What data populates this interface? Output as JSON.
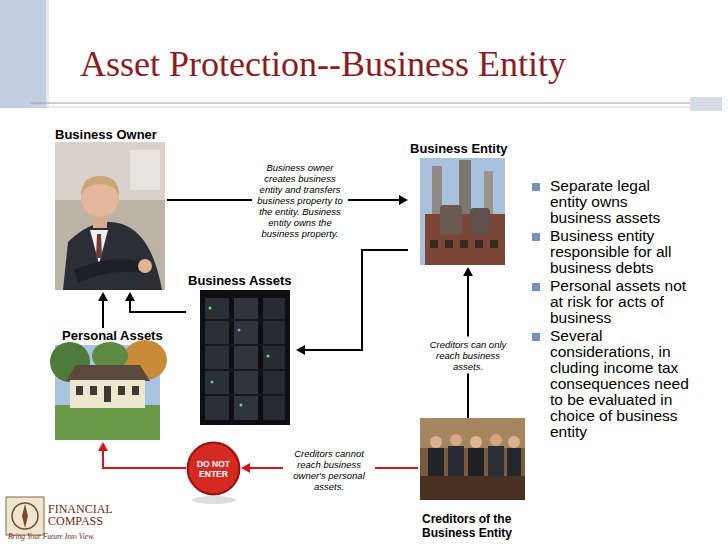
{
  "diagram": {
    "title": "Asset Protection--Business Entity",
    "nodes": [
      {
        "text": [
          "Business Owner"
        ]
      },
      {
        "text": [
          "Business Entity"
        ]
      },
      {
        "text": [
          "Business Assets"
        ]
      },
      {
        "text": [
          "Personal Assets"
        ]
      },
      {
        "text": [
          "DO NOT ENTER"
        ]
      },
      {
        "text": [
          "Creditors of the Business Entity"
        ]
      }
    ],
    "edges": [
      {
        "from": 0,
        "to": 1,
        "arrow": "to",
        "label": "Business owner creates business entity and transfers business property to the entity. Business entity owns the business property."
      },
      {
        "from": 1,
        "to": 2,
        "arrow": "to"
      },
      {
        "from": 2,
        "to": 0,
        "arrow": "to"
      },
      {
        "from": 3,
        "to": 0,
        "arrow": "to"
      },
      {
        "from": 5,
        "to": 1,
        "arrow": "to",
        "label": "Creditors can only reach business assets."
      },
      {
        "from": 5,
        "to": 4,
        "arrow": "to",
        "label": "Creditors cannot reach business owner's personal assets."
      },
      {
        "from": 4,
        "to": 3,
        "arrow": "to"
      }
    ],
    "labels": [
      "Separate legal entity owns business assets",
      "Business entity responsible for all business debts",
      "Personal assets not at risk for acts of business",
      "Several considerations, in cluding income tax consequences need to be evaluated in choice of business entity",
      "FINANCIAL COMPASS",
      "Bring Your Future Into View."
    ]
  }
}
